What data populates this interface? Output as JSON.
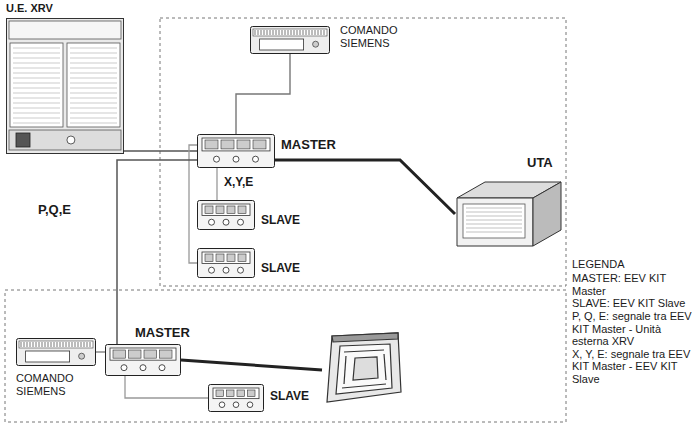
{
  "diagram": {
    "nodes": [
      {
        "text": [
          "U.E. XRV"
        ]
      },
      {
        "text": [
          "COMANDO SIEMENS"
        ]
      },
      {
        "text": [
          "MASTER"
        ]
      },
      {
        "text": [
          "SLAVE"
        ]
      },
      {
        "text": [
          "SLAVE"
        ]
      },
      {
        "text": [
          "UTA"
        ]
      },
      {
        "text": [
          "COMANDO SIEMENS"
        ]
      },
      {
        "text": [
          "MASTER"
        ]
      },
      {
        "text": [
          "SLAVE"
        ]
      }
    ],
    "edges": [
      {
        "from": 0,
        "to": 2,
        "arrow": "none"
      },
      {
        "from": 1,
        "to": 2,
        "arrow": "none"
      },
      {
        "from": 2,
        "to": 3,
        "arrow": "none",
        "label": "X,Y,E"
      },
      {
        "from": 2,
        "to": 4,
        "arrow": "none"
      },
      {
        "from": 2,
        "to": 5,
        "arrow": "none"
      },
      {
        "from": 2,
        "to": 7,
        "arrow": "none"
      },
      {
        "from": 6,
        "to": 7,
        "arrow": "none"
      },
      {
        "from": 7,
        "to": 8,
        "arrow": "none"
      }
    ],
    "labels": [
      "P,Q,E",
      "LEGENDA"
    ],
    "legend": [
      {
        "text": "MASTER: EEV KIT Master"
      },
      {
        "text": "SLAVE: EEV KIT Slave"
      },
      {
        "text": "P, Q, E: segnale tra EEV KIT Master - Unità esterna XRV"
      },
      {
        "text": "X, Y, E: segnale tra EEV KIT Master - EEV KIT Slave"
      }
    ]
  }
}
